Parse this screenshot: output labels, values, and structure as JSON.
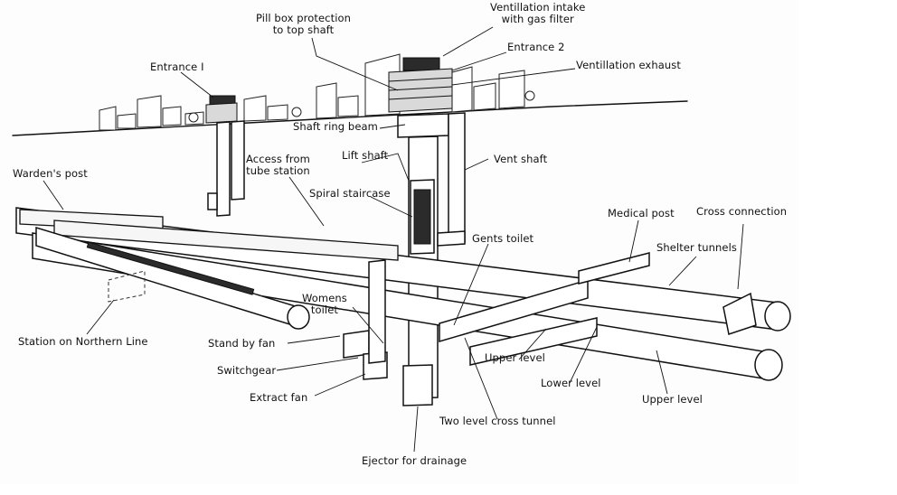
{
  "diagram": {
    "labels": {
      "pill_box": "Pill box protection\nto top shaft",
      "vent_intake": "Ventillation intake\nwith gas filter",
      "entrance_2": "Entrance 2",
      "vent_exhaust": "Ventillation exhaust",
      "entrance_1": "Entrance I",
      "shaft_ring_beam": "Shaft ring beam",
      "access_tube": "Access from\ntube station",
      "lift_shaft": "Lift shaft",
      "vent_shaft": "Vent shaft",
      "wardens_post": "Warden's post",
      "spiral_staircase": "Spiral staircase",
      "medical_post": "Medical post",
      "cross_connection": "Cross connection",
      "gents_toilet": "Gents toilet",
      "shelter_tunnels": "Shelter tunnels",
      "womens_toilet": "Womens\ntoilet",
      "station_northern": "Station on Northern Line",
      "stand_by_fan": "Stand by fan",
      "switchgear": "Switchgear",
      "upper_level_1": "Upper level",
      "lower_level": "Lower level",
      "upper_level_2": "Upper level",
      "extract_fan": "Extract fan",
      "two_level_cross": "Two level cross tunnel",
      "ejector": "Ejector for drainage"
    }
  }
}
